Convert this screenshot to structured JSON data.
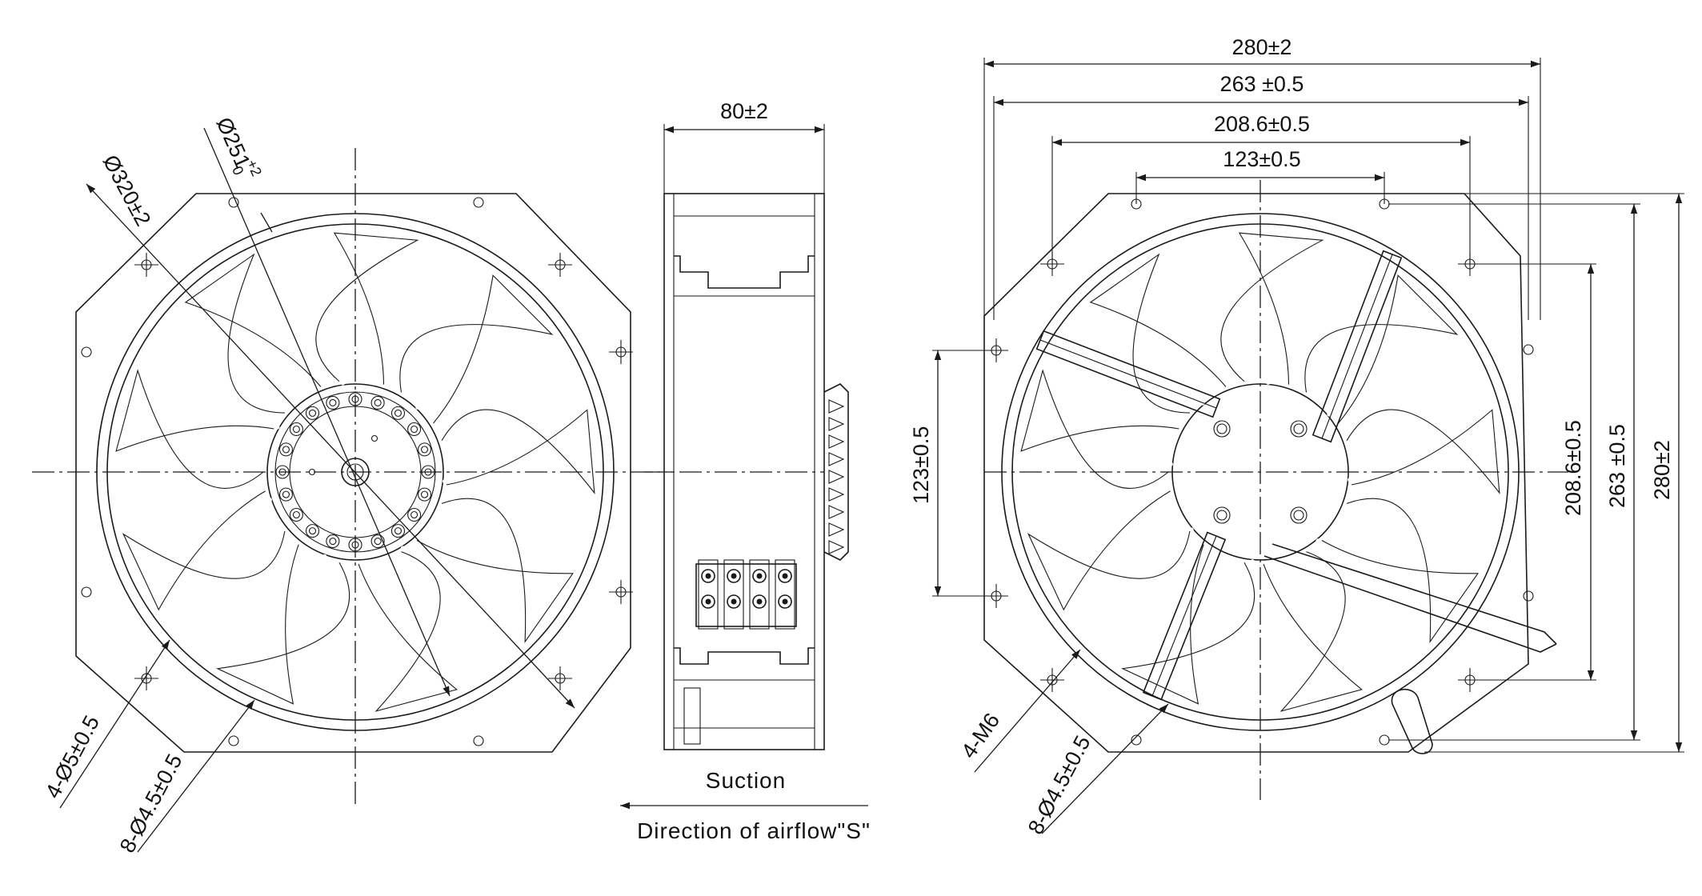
{
  "front_view": {
    "dia_outer": "Ø320±2",
    "dia_inner": "Ø251",
    "dia_inner_tol_upper": "+2",
    "dia_inner_tol_lower": "0",
    "holes_large": "4-Ø5±0.5",
    "holes_small": "8-Ø4.5±0.5"
  },
  "side_view": {
    "depth": "80±2",
    "suction_label": "Suction",
    "airflow_label": "Direction of airflow\"S\""
  },
  "rear_view": {
    "top_dims": [
      "280±2",
      "263 ±0.5",
      "208.6±0.5",
      "123±0.5"
    ],
    "left_dim": "123±0.5",
    "right_dims": [
      "208.6±0.5",
      "263 ±0.5",
      "280±2"
    ],
    "thread_holes": "4-M6",
    "holes_small": "8-Ø4.5±0.5"
  }
}
